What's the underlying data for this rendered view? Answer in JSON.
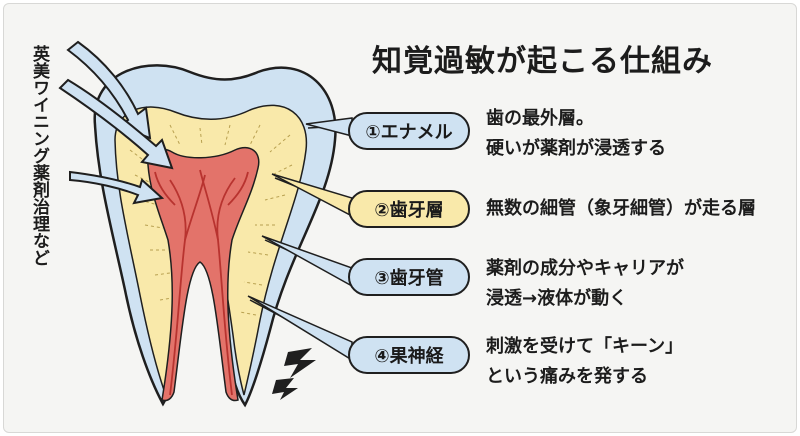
{
  "title": "知覚過敏が起こる仕組み",
  "side_label": "英美ワイニング薬剤治理など",
  "layers": [
    {
      "label": "①エナメル",
      "color": "#cfe2f2",
      "desc_line1": "歯の最外層。",
      "desc_line2": "硬いが薬剤が浸透する"
    },
    {
      "label": "②歯牙層",
      "color": "#f9e9aa",
      "desc_line1": "無数の細管（象牙細管）が走る層",
      "desc_line2": ""
    },
    {
      "label": "③歯牙管",
      "color": "#cfe2f2",
      "desc_line1": "薬剤の成分やキャリアが",
      "desc_line2": "浸透→液体が動く"
    },
    {
      "label": "④果神経",
      "color": "#cfe2f2",
      "desc_line1": "刺激を受けて「キーン」",
      "desc_line2": "という痛みを発する"
    }
  ],
  "colors": {
    "enamel": "#cfe2f2",
    "dentin": "#f9e9aa",
    "pulp": "#e3736a",
    "nerve": "#b8332f",
    "outline": "#1f1f1f"
  },
  "icons": [
    "arrow-icon",
    "lightning-icon"
  ]
}
